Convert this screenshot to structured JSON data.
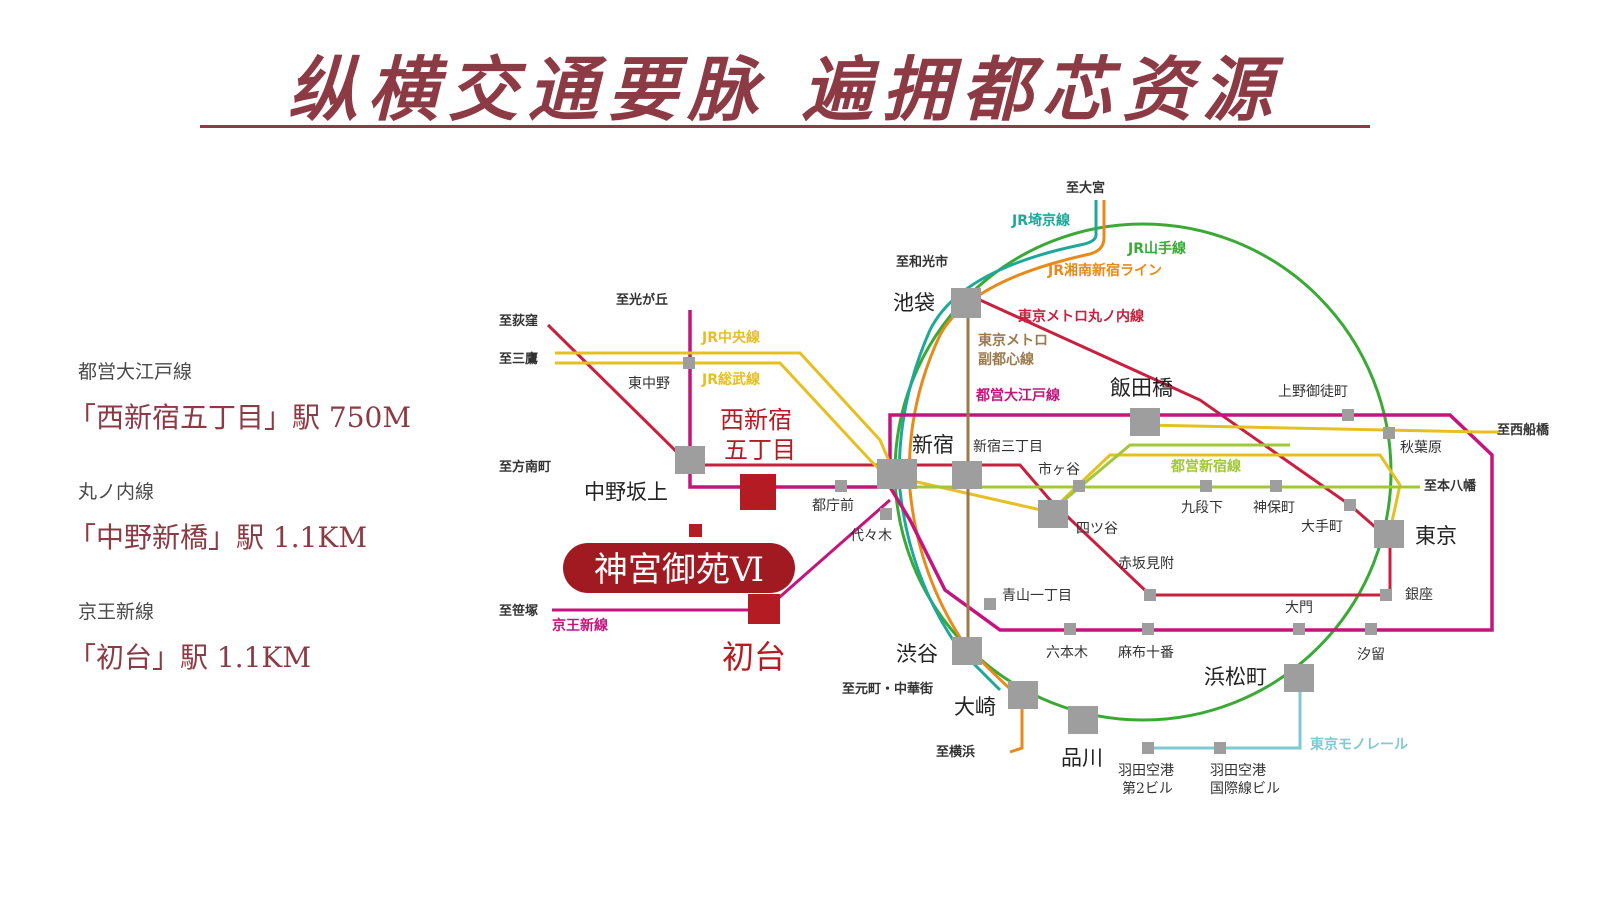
{
  "headline": "纵横交通要脉 遍拥都芯资源",
  "stations_info": [
    {
      "line": "都営大江戸線",
      "station": "「西新宿五丁目」駅 750M"
    },
    {
      "line": "丸ノ内線",
      "station": "「中野新橋」駅 1.1KM"
    },
    {
      "line": "京王新線",
      "station": "「初台」駅 1.1KM"
    }
  ],
  "map": {
    "line_labels": {
      "saikyo": "JR埼京線",
      "yamanote": "JR山手線",
      "shonan": "JR湘南新宿ライン",
      "marunouchi": "東京メトロ丸ノ内線",
      "fukutoshin_1": "東京メトロ",
      "fukutoshin_2": "副都心線",
      "oedo": "都営大江戸線",
      "chuo": "JR中央線",
      "sobu": "JR総武線",
      "shinjuku_line": "都営新宿線",
      "keio": "京王新線",
      "monorail": "東京モノレール"
    },
    "directions": {
      "omiya": "至大宮",
      "wakoshi": "至和光市",
      "hikarigaoka": "至光が丘",
      "ogikubo": "至荻窪",
      "mitaka": "至三鷹",
      "honancho": "至方南町",
      "sasazuka": "至笹塚",
      "nishifunabashi": "至西船橋",
      "motoyawata": "至本八幡",
      "motomachi": "至元町・中華街",
      "yokohama": "至横浜"
    },
    "stations": {
      "ikebukuro": "池袋",
      "shinjuku": "新宿",
      "iidabashi": "飯田橋",
      "tokyo": "東京",
      "shibuya": "渋谷",
      "osaki": "大崎",
      "shinagawa": "品川",
      "hamamatsucho": "浜松町",
      "nakanosakaue": "中野坂上",
      "higashinakano": "東中野",
      "tochomae": "都庁前",
      "yoyogi": "代々木",
      "shinjukusanchome": "新宿三丁目",
      "ichigaya": "市ヶ谷",
      "yotsuya": "四ツ谷",
      "kudanshita": "九段下",
      "jimbocho": "神保町",
      "otemachi": "大手町",
      "uenookachimachi": "上野御徒町",
      "akihabara": "秋葉原",
      "akasakamitsuke": "赤坂見附",
      "aoyamaitchome": "青山一丁目",
      "roppongi": "六本木",
      "azabujuban": "麻布十番",
      "daimon": "大門",
      "shiodome": "汐留",
      "ginza": "銀座",
      "haneda2_1": "羽田空港",
      "haneda2_2": "第2ビル",
      "hanedaintl_1": "羽田空港",
      "hanedaintl_2": "国際線ビル",
      "nishishinjuku_1": "西新宿",
      "nishishinjuku_2": "五丁目",
      "hatsudai": "初台"
    },
    "project": "神宮御苑Ⅵ"
  },
  "colors": {
    "brand": "#8c3a44",
    "project_red": "#b51b23",
    "yamanote": "#3aa935",
    "saikyo": "#1fa89a",
    "shonan": "#e88a1a",
    "marunouchi": "#c8203e",
    "oedo": "#c4157e",
    "chuo_sobu": "#e6c020",
    "fukutoshin": "#9b7b4c",
    "shinjuku_line": "#a0c83a",
    "monorail": "#7ecad3"
  }
}
